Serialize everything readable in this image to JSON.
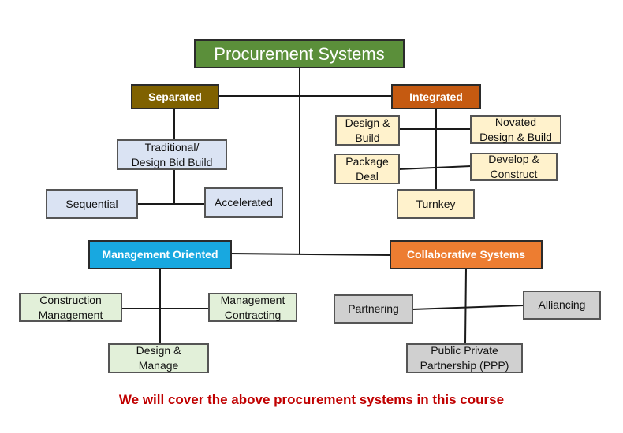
{
  "title": "Procurement Systems",
  "categories": {
    "separated": "Separated",
    "integrated": "Integrated",
    "management_oriented": "Management Oriented",
    "collaborative": "Collaborative Systems"
  },
  "separated_items": {
    "traditional": "Traditional/\nDesign Bid Build",
    "sequential": "Sequential",
    "accelerated": "Accelerated"
  },
  "integrated_items": {
    "design_build": "Design &\nBuild",
    "novated": "Novated\nDesign & Build",
    "package_deal": "Package\nDeal",
    "develop_construct": "Develop &\nConstruct",
    "turnkey": "Turnkey"
  },
  "management_items": {
    "construction_management": "Construction\nManagement",
    "management_contracting": "Management\nContracting",
    "design_manage": "Design &\nManage"
  },
  "collaborative_items": {
    "partnering": "Partnering",
    "alliancing": "Alliancing",
    "ppp": "Public Private\nPartnership (PPP)"
  },
  "footer": "We will cover the above procurement systems in this course",
  "colors": {
    "title_bg": "#5b8f3a",
    "separated_bg": "#7f6100",
    "integrated_bg": "#c55a11",
    "management_bg": "#18a8e0",
    "collaborative_bg": "#ed7d31",
    "footer_text": "#c00000"
  }
}
